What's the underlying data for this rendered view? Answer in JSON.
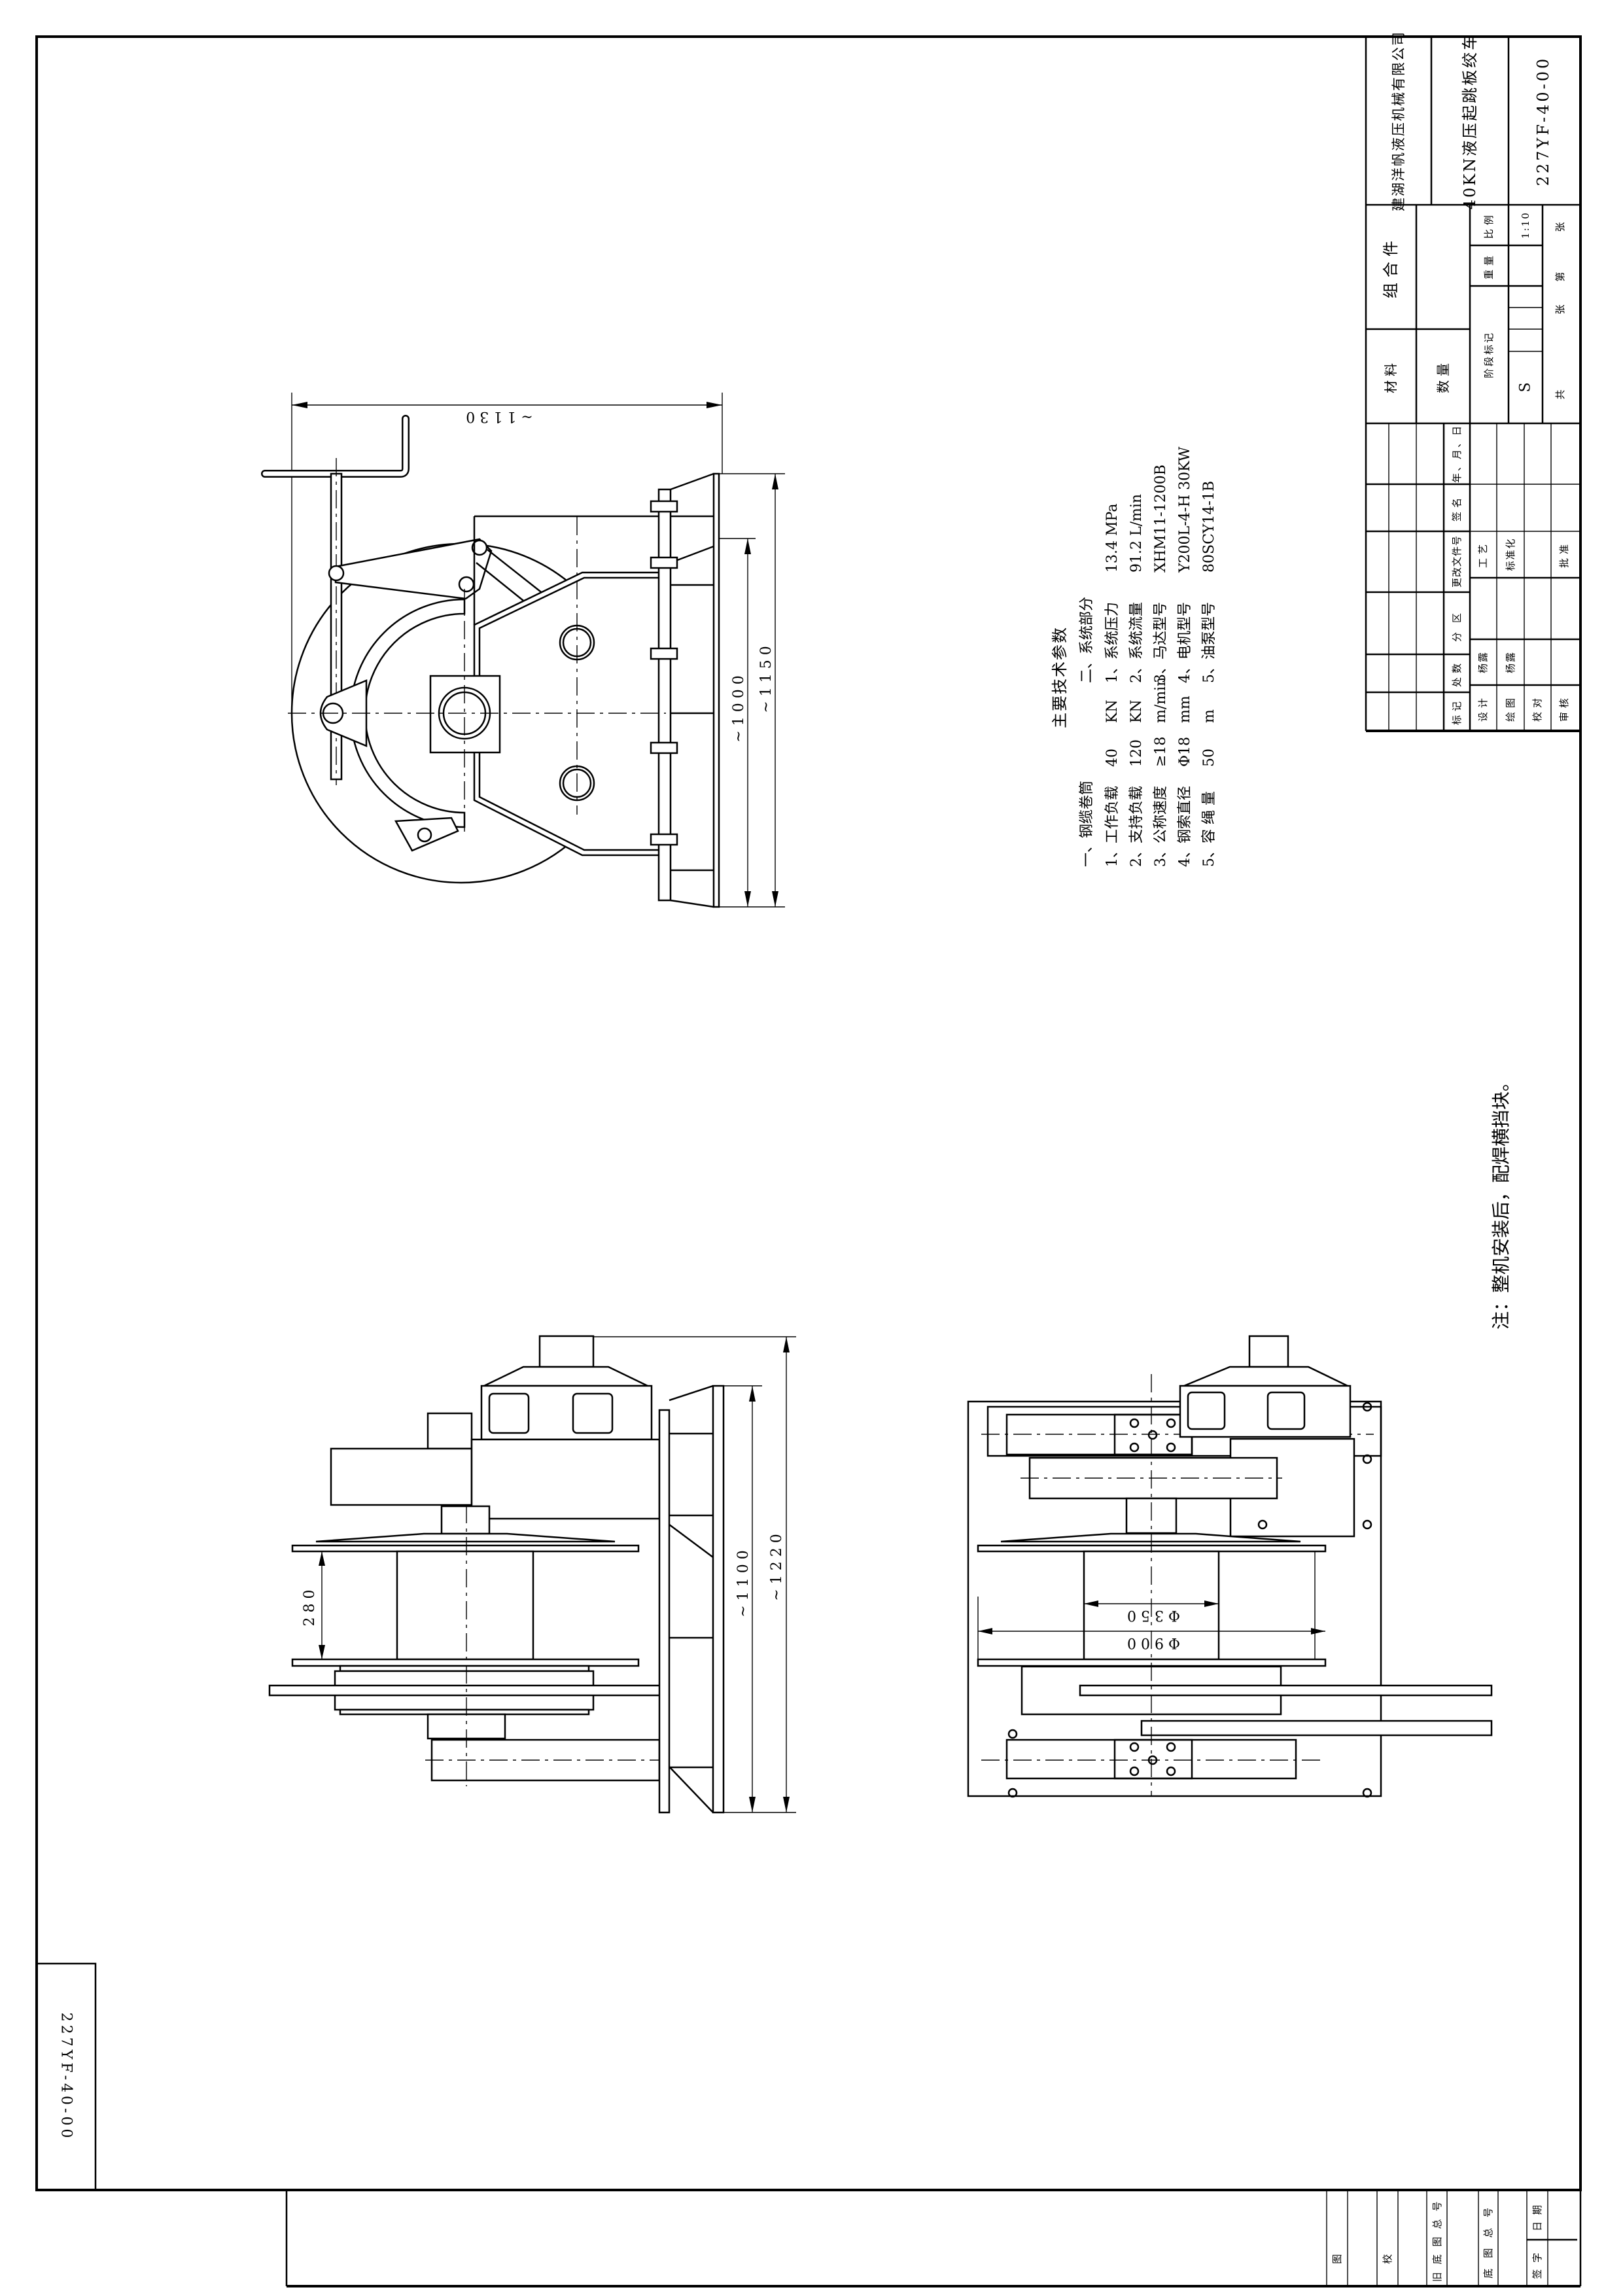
{
  "title_block": {
    "company": "建湖洋帆液压机械有限公司",
    "product_name": "40KN液压起跳板绞车",
    "drawing_number": "227YF-40-00",
    "assembly": "组合件",
    "material_label": "材料",
    "quantity_label": "数量",
    "scale_label": "比例",
    "scale_value": "1:10",
    "weight_label": "重量",
    "stage_mark_label": "阶段标记",
    "stage_value": "S",
    "sheet_total_label": "共",
    "sheet_unit_1": "张",
    "sheet_nth_label": "第",
    "sheet_unit_2": "张",
    "revision_headers": [
      "标记",
      "处数",
      "分区",
      "更改文件号",
      "签名",
      "年、月、日"
    ],
    "roles": {
      "design": "设计",
      "drawing": "绘图",
      "check": "校对",
      "review": "审核",
      "process": "工艺",
      "standardization": "标准化",
      "approve": "批准"
    },
    "designer": "杨露",
    "drafter": "杨露"
  },
  "tech_params": {
    "title": "主要技术参数",
    "section1": "一、钢缆卷筒",
    "section1_items": [
      {
        "label": "1、工作负载",
        "value": "40",
        "unit": "KN"
      },
      {
        "label": "2、支持负载",
        "value": "120",
        "unit": "KN"
      },
      {
        "label": "3、公称速度",
        "value": "≥18",
        "unit": "m/min"
      },
      {
        "label": "4、钢索直径",
        "value": "Φ18",
        "unit": "mm"
      },
      {
        "label": "5、容 绳 量",
        "value": "50",
        "unit": "m"
      }
    ],
    "section2": "二、系统部分",
    "section2_items": [
      {
        "label": "1、系统压力",
        "value": "13.4 MPa"
      },
      {
        "label": "2、系统流量",
        "value": "91.2 L/min"
      },
      {
        "label": "3、马达型号",
        "value": "XHM11-1200B"
      },
      {
        "label": "4、电机型号",
        "value": "Y200L-4-H 30KW"
      },
      {
        "label": "5、油泵型号",
        "value": "80SCY14-1B"
      }
    ]
  },
  "note": "注：整机安装后，配焊横挡块。",
  "dimensions": {
    "top_width": "~1130",
    "top_height_inner": "~1000",
    "top_height_outer": "~1150",
    "drum_length": "280",
    "side_height_inner": "~1100",
    "side_height_outer": "~1220",
    "drum_diameter": "Φ350",
    "flange_diameter": "Φ900"
  },
  "side_box_number": "227YF-40-00",
  "bottom_strip": {
    "trace": "描图",
    "trace_check": "描校",
    "old_base_number": "旧底图总号",
    "base_number": "底图总号",
    "date": "日期",
    "signature": "签字"
  }
}
